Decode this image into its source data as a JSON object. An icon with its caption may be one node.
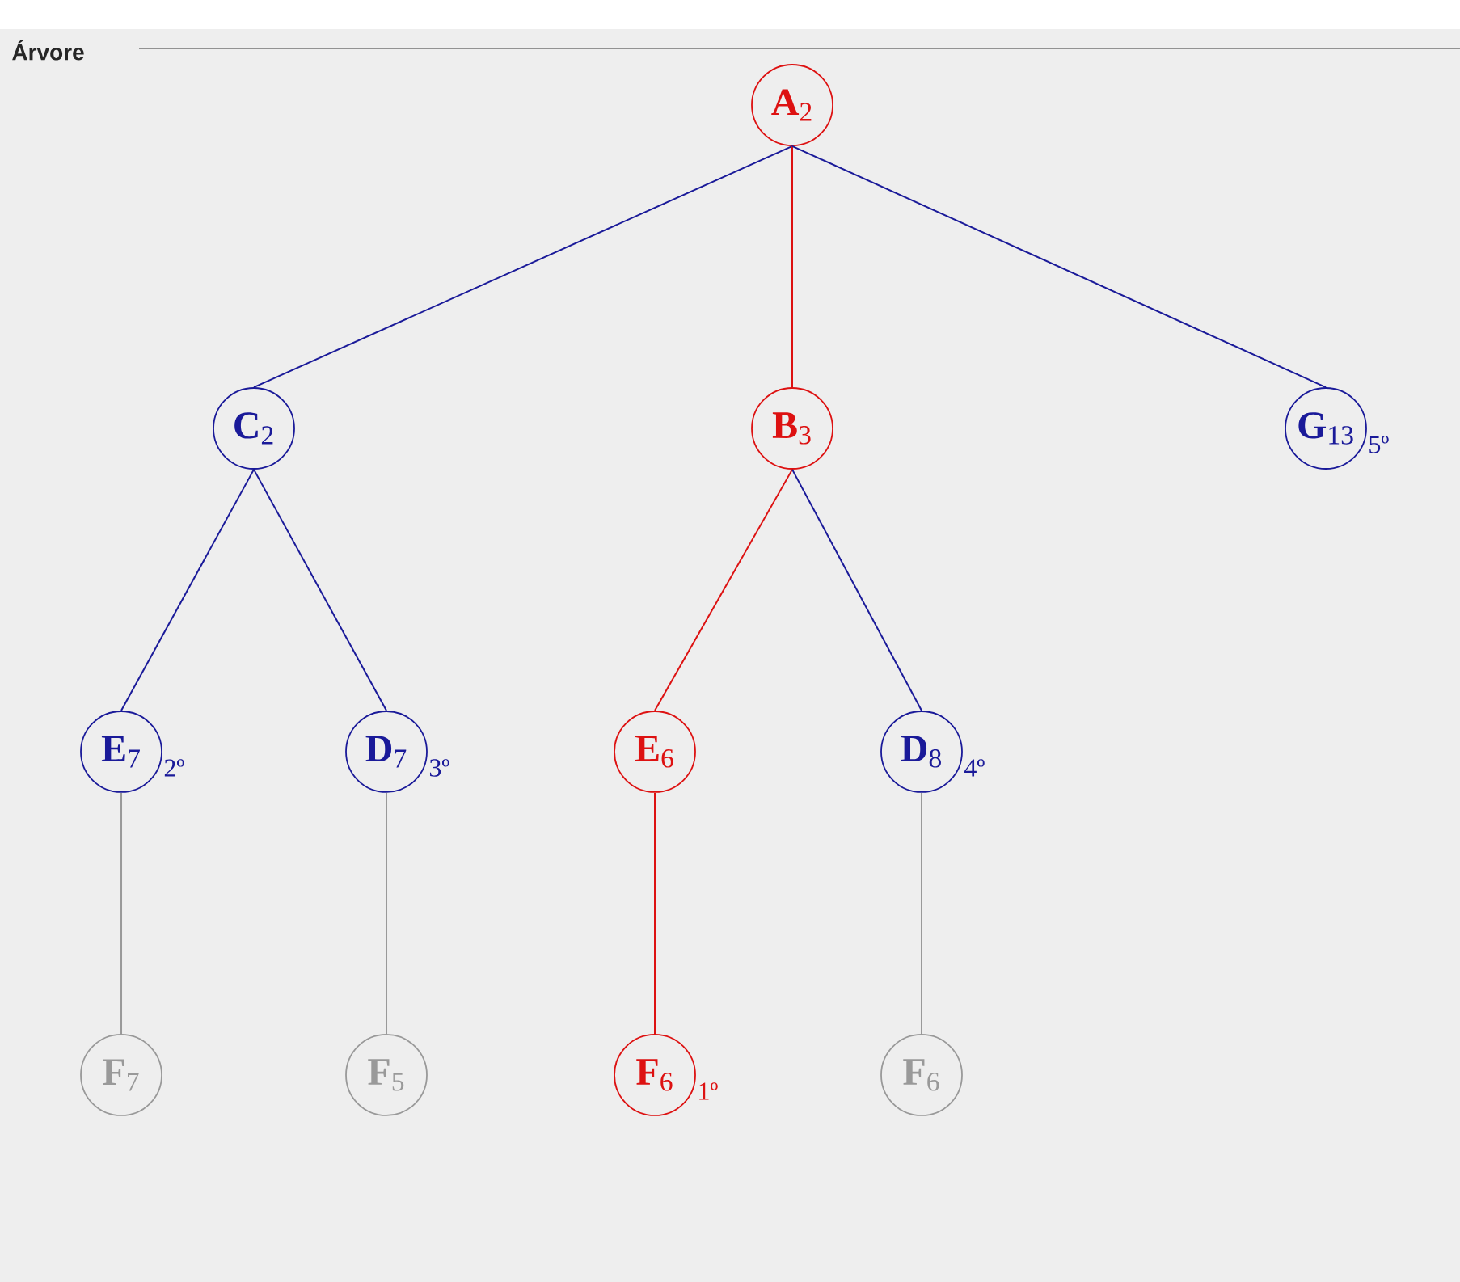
{
  "diagram": {
    "title": "Árvore",
    "nodes": [
      {
        "text": [
          "**A**$_{2}$"
        ]
      },
      {
        "text": [
          "**C**$_{2}$"
        ]
      },
      {
        "text": [
          "**B**$_{3}$"
        ]
      },
      {
        "text": [
          "**G**$_{13}$"
        ],
        "beside": [
          "5º"
        ]
      },
      {
        "text": [
          "**E**$_{7}$"
        ],
        "beside": [
          "2º"
        ]
      },
      {
        "text": [
          "**D**$_{7}$"
        ],
        "beside": [
          "3º"
        ]
      },
      {
        "text": [
          "**E**$_{6}$"
        ]
      },
      {
        "text": [
          "**D**$_{8}$"
        ],
        "beside": [
          "4º"
        ]
      },
      {
        "text": [
          "**F**$_{7}$"
        ]
      },
      {
        "text": [
          "**F**$_{5}$"
        ]
      },
      {
        "text": [
          "**F**$_{6}$"
        ],
        "beside": [
          "1º"
        ]
      },
      {
        "text": [
          "**F**$_{6}$"
        ]
      }
    ],
    "edges": [
      {
        "from": 0,
        "to": 1,
        "arrow": "none"
      },
      {
        "from": 0,
        "to": 2,
        "arrow": "none",
        "color": "#dd1111"
      },
      {
        "from": 0,
        "to": 3,
        "arrow": "none"
      },
      {
        "from": 1,
        "to": 4,
        "arrow": "none"
      },
      {
        "from": 1,
        "to": 5,
        "arrow": "none"
      },
      {
        "from": 2,
        "to": 6,
        "arrow": "none",
        "color": "#dd1111"
      },
      {
        "from": 2,
        "to": 7,
        "arrow": "none"
      },
      {
        "from": 4,
        "to": 8,
        "arrow": "none",
        "color": "#999999"
      },
      {
        "from": 5,
        "to": 9,
        "arrow": "none",
        "color": "#999999"
      },
      {
        "from": 6,
        "to": 10,
        "arrow": "none",
        "color": "#dd1111"
      },
      {
        "from": 7,
        "to": 11,
        "arrow": "none",
        "color": "#999999"
      }
    ]
  }
}
